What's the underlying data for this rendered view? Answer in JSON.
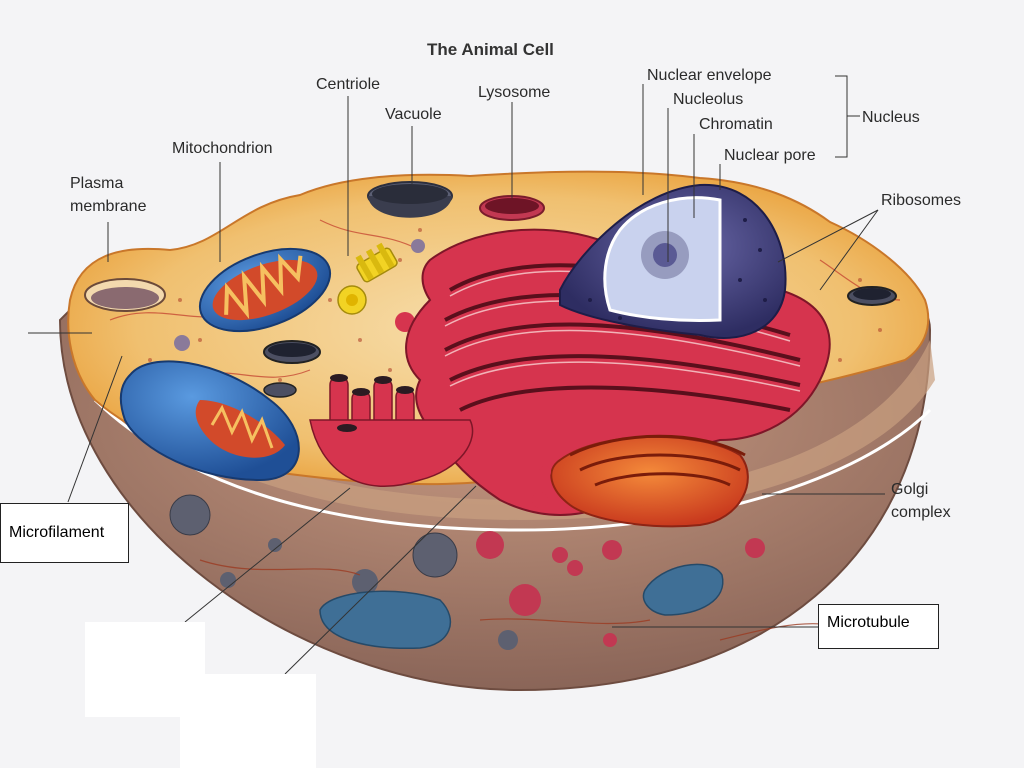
{
  "diagram": {
    "title": "The Animal Cell",
    "labels": {
      "centriole": "Centriole",
      "vacuole": "Vacuole",
      "lysosome": "Lysosome",
      "mitochondrion": "Mitochondrion",
      "plasma_membrane_1": "Plasma",
      "plasma_membrane_2": "membrane",
      "nuclear_envelope": "Nuclear envelope",
      "nucleolus": "Nucleolus",
      "chromatin": "Chromatin",
      "nuclear_pore": "Nuclear pore",
      "nucleus": "Nucleus",
      "ribosomes": "Ribosomes",
      "golgi_1": "Golgi",
      "golgi_2": "complex"
    },
    "answer_boxes": {
      "microfilament": "Microfilament",
      "microtubule": "Microtubule"
    },
    "colors": {
      "cytoplasm_top": "#f0b048",
      "cell_body": "#a67c6c",
      "er": "#d6344e",
      "nucleus": "#4b4a8a",
      "mitochondrion": "#2f6fb5",
      "golgi": "#e2542e",
      "centriole": "#f2d324"
    }
  }
}
